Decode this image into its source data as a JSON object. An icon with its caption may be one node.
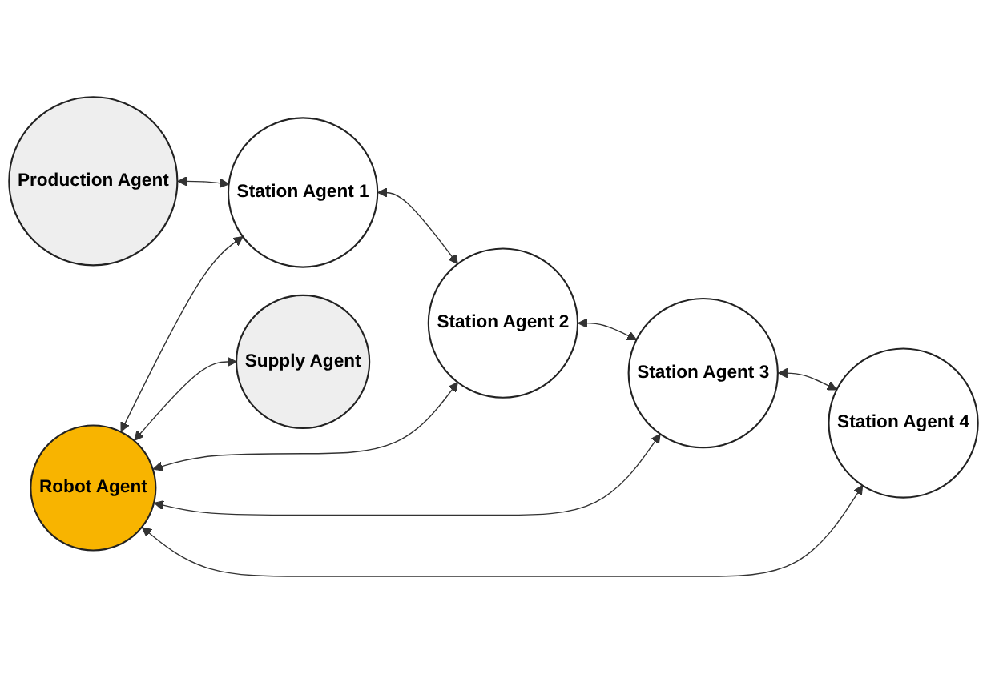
{
  "diagram": {
    "nodes": [
      {
        "text": [
          "Production Agent"
        ]
      },
      {
        "text": [
          "Station Agent 1"
        ]
      },
      {
        "text": [
          "Station Agent 2"
        ]
      },
      {
        "text": [
          "Station Agent 3"
        ]
      },
      {
        "text": [
          "Station Agent 4"
        ]
      },
      {
        "text": [
          "Robot Agent"
        ]
      },
      {
        "text": [
          "Supply Agent"
        ]
      }
    ],
    "edges": [
      {
        "from": 0,
        "to": 1,
        "arrow": "both"
      },
      {
        "from": 1,
        "to": 2,
        "arrow": "both"
      },
      {
        "from": 2,
        "to": 3,
        "arrow": "both"
      },
      {
        "from": 3,
        "to": 4,
        "arrow": "both"
      },
      {
        "from": 5,
        "to": 1,
        "arrow": "both"
      },
      {
        "from": 5,
        "to": 2,
        "arrow": "both"
      },
      {
        "from": 5,
        "to": 3,
        "arrow": "both"
      },
      {
        "from": 5,
        "to": 4,
        "arrow": "both"
      },
      {
        "from": 5,
        "to": 6,
        "arrow": "both"
      }
    ]
  }
}
